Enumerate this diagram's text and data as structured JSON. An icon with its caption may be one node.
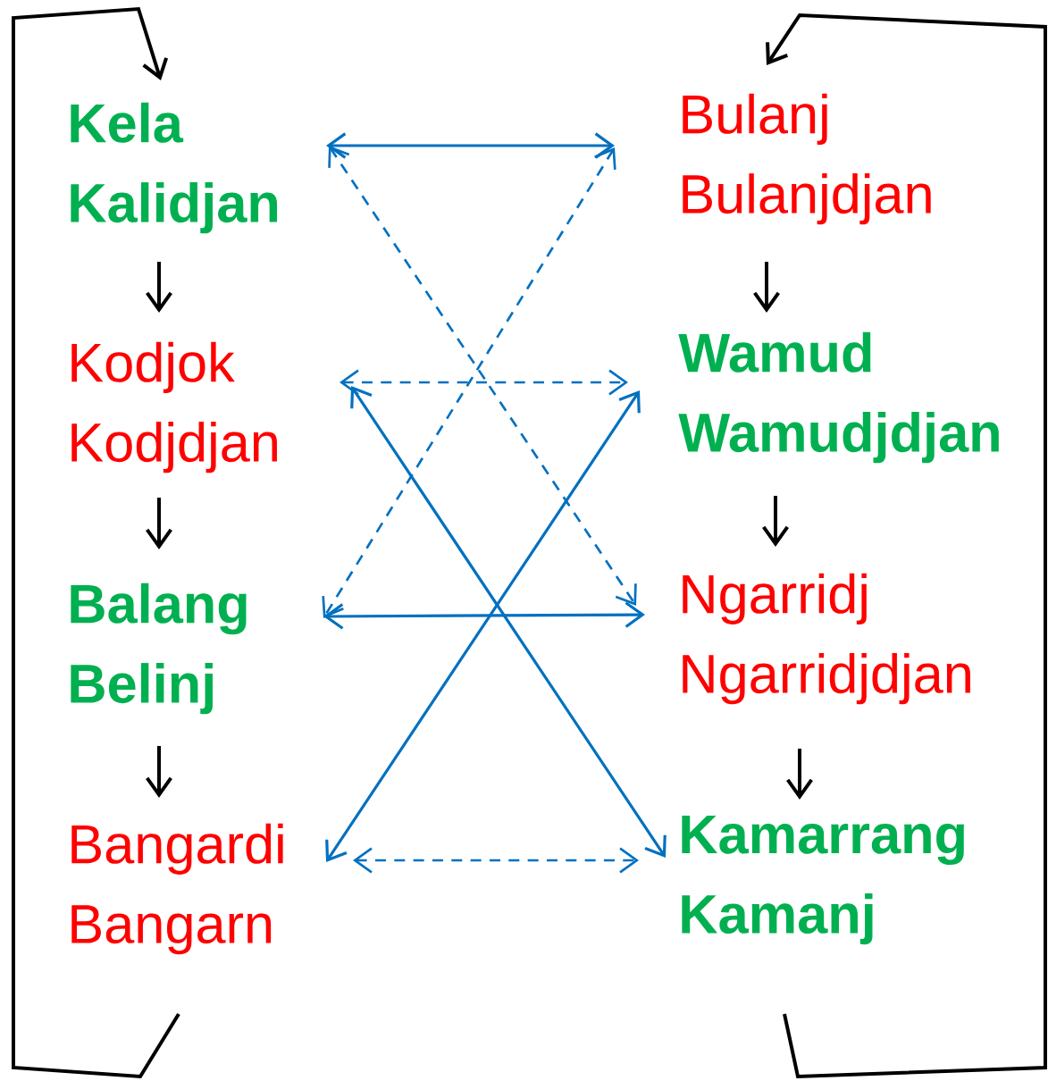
{
  "diagram": {
    "nodes": [
      {
        "text": [
          "Kela",
          "Kalidjan"
        ]
      },
      {
        "text": [
          "Kodjok",
          "Kodjdjan"
        ]
      },
      {
        "text": [
          "Balang",
          "Belinj"
        ]
      },
      {
        "text": [
          "Bangardi",
          "Bangarn"
        ]
      },
      {
        "text": [
          "Bulanj",
          "Bulanjdjan"
        ]
      },
      {
        "text": [
          "Wamud",
          "Wamudjdjan"
        ]
      },
      {
        "text": [
          "Ngarridj",
          "Ngarridjdjan"
        ]
      },
      {
        "text": [
          "Kamarrang",
          "Kamanj"
        ]
      }
    ],
    "edges": [
      {
        "from": 0,
        "to": 1,
        "arrow": "to"
      },
      {
        "from": 1,
        "to": 2,
        "arrow": "to"
      },
      {
        "from": 2,
        "to": 3,
        "arrow": "to"
      },
      {
        "from": 3,
        "to": 0,
        "arrow": "to"
      },
      {
        "from": 4,
        "to": 5,
        "arrow": "to"
      },
      {
        "from": 5,
        "to": 6,
        "arrow": "to"
      },
      {
        "from": 6,
        "to": 7,
        "arrow": "to"
      },
      {
        "from": 7,
        "to": 4,
        "arrow": "to"
      },
      {
        "from": 0,
        "to": 4,
        "arrow": "both",
        "color": "#0070c0"
      },
      {
        "from": 0,
        "to": 6,
        "arrow": "both",
        "style": "dashed",
        "color": "#0070c0"
      },
      {
        "from": 4,
        "to": 2,
        "arrow": "both",
        "style": "dashed",
        "color": "#0070c0"
      },
      {
        "from": 1,
        "to": 5,
        "arrow": "both",
        "style": "dashed",
        "color": "#0070c0"
      },
      {
        "from": 1,
        "to": 7,
        "arrow": "both",
        "color": "#0070c0"
      },
      {
        "from": 2,
        "to": 6,
        "arrow": "both",
        "color": "#0070c0"
      },
      {
        "from": 3,
        "to": 5,
        "arrow": "both",
        "color": "#0070c0"
      },
      {
        "from": 3,
        "to": 7,
        "arrow": "both",
        "style": "dashed",
        "color": "#0070c0"
      }
    ]
  }
}
